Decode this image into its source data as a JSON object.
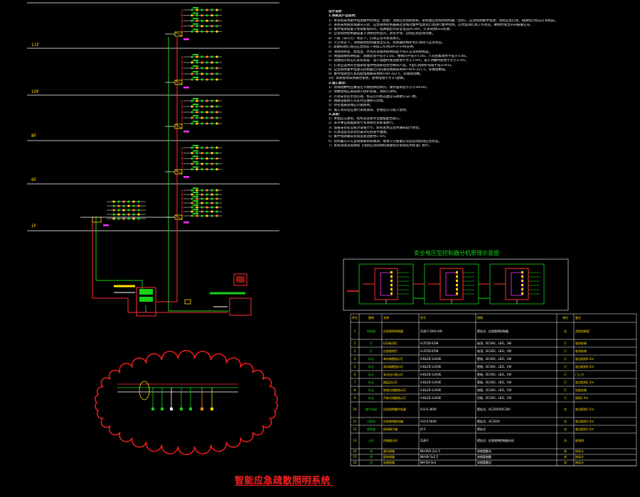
{
  "floors": [
    "11F",
    "10F",
    "8F",
    "6F",
    "1F"
  ],
  "notes": [
    "设计说明",
    "1.系统及产品说明：",
    "1）本系统采用集中电源集中控制型（智能）消防应急照明系统，系统由应急照明控制器（主机）、应急照明集中电源、消防应急灯具、疏散指示标志灯等组成。",
    "2）系统采用两总线通讯方式，应急照明控制器通过总线对集中电源及灯具进行集中控制，实时监测灯具工作状态，故障时发出声光报警信号。",
    "3）集中电源设置于各层配电间内，电源输出为安全电压DC36V，灯具采用LED光源。",
    "4）应急照明控制器设置于消防控制室内，具有手动、自动应急启动功能。",
    "a）一般（非火灾）状态下，灯具正常点亮或熄灭。",
    "b）火灾状态下，消防联动控制器发出信号，控制器控制所有灯具转入应急状态。",
    "c）疏散照明灯具在应急状态下持续工作时间不小于90分钟。",
    "d）消防控制室、配电室、水泵房等备用照明照度不低于正常照明照度。",
    "5）地面疏散照明照度：疏散走道不低于1.0lx，楼梯间不低于5.0lx，人员密集场所不低于3.0lx。",
    "6）疏散指示标志灯安装高度：设于墙面时底边距地不大于1.0m，设于顶棚时距地不大于2.5m。",
    "7）灯具应选用符合国家标准并经国家检验合格的产品，A型灯具防护等级不低于IP33。",
    "8）应急照明集中电源与控制器之间的通讯线路采用NH-RVS-2x1.5，穿钢管敷设。",
    "9）集中电源至灯具的配电线路采用NH-BV-3x2.5，穿钢管暗敷。",
    "10）系统接地采用联合接地，接地电阻不大于1欧姆。",
    "2.施工要求：",
    "1）管线暗敷时应敷设在不燃烧体结构内，保护层厚度不小于30mm。",
    "2）明敷管线应采取防火保护措施，涂防火涂料。",
    "3）灯具安装应牢固可靠，标志灯的标志面应与疏散方向一致。",
    "4）线路穿越防火分区时应做防火封堵。",
    "5）所有金属管线应可靠接地。",
    "6）施工完毕后应进行系统调试，合格后方可投入使用。",
    "3.其他：",
    "1）本图应与建筑、结构及其他专业图纸配合施工。",
    "2）未尽事宜按国家现行有关规范及标准执行。",
    "3）设备安装前应核对设备尺寸，如有变更应及时通知设计单位。",
    "4）灯具选型及安装位置详见各层平面图。",
    "5）集中电源箱安装高度底边距地1.5m。",
    "6）控制器与火灾自动报警系统联动，接收火灾报警信号后自动启动应急状态。",
    "7）系统调试及验收按《消防应急照明和疏散指示系统技术标准》执行。"
  ],
  "panel_title": "安全电压型控制器分机原理示意图",
  "main_title": "智能应急疏散照明系统",
  "legend": {
    "headers": [
      "序号",
      "图例",
      "名称",
      "型号",
      "规格",
      "单位",
      "备注"
    ],
    "rows": [
      {
        "num": "1",
        "sym": "控制器",
        "name": "应急照明控制器",
        "model": "ZLJK-C-DH2-A/B",
        "spec": "壁挂式，应急照明控制器",
        "unit": "台",
        "note": "消防控制室"
      },
      {
        "num": "2",
        "sym": "灯",
        "name": "LED吸顶灯",
        "model": "A-ZFZD-E3W",
        "spec": "吸顶，DC36V，LED，3W",
        "unit": "只",
        "note": "吸顶安装"
      },
      {
        "num": "3",
        "sym": "灯",
        "name": "应急照明灯",
        "model": "A-ZFZD-E5W",
        "spec": "吸顶，DC36V，LED，5W",
        "unit": "只",
        "note": "吸顶安装"
      },
      {
        "num": "4",
        "sym": "标志",
        "name": "单向疏散指示灯",
        "model": "A-BLZD-1LROE",
        "spec": "壁装，DC36V，LED，1W",
        "unit": "只",
        "note": "底边距地0.5m"
      },
      {
        "num": "5",
        "sym": "标志",
        "name": "双向疏散指示灯",
        "model": "A-BLZD-1LROE",
        "spec": "壁装，DC36V，LED，1W",
        "unit": "只",
        "note": "底边距地0.5m"
      },
      {
        "num": "6",
        "sym": "标志",
        "name": "安全出口指示灯",
        "model": "A-BLZD-1LROE",
        "spec": "壁装，DC36V，LED，1W",
        "unit": "只",
        "note": "门上方"
      },
      {
        "num": "7",
        "sym": "标志",
        "name": "楼层显示灯",
        "model": "A-BLZD-1LROE",
        "spec": "壁装，DC36V，LED，1W",
        "unit": "只",
        "note": "底边距地2.2m"
      },
      {
        "num": "8",
        "sym": "标志",
        "name": "地埋式疏散指示灯",
        "model": "A-BLZD-1LROE",
        "spec": "地埋，DC36V，LED，1W",
        "unit": "只",
        "note": "地面安装"
      },
      {
        "num": "9",
        "sym": "标志",
        "name": "吊装式疏散指示灯",
        "model": "A-BLZD-1LROE",
        "spec": "吊装，DC36V，LED，1W",
        "unit": "只",
        "note": "距地2.5m"
      },
      {
        "num": "10",
        "sym": "集中电源",
        "name": "应急照明集中电源",
        "model": "A-D-0.3KVA",
        "spec": "壁挂式，AC220V/DC36V",
        "unit": "台",
        "note": "底边距地1.5m"
      },
      {
        "num": "11",
        "sym": "分配电",
        "name": "应急照明配电箱",
        "model": "A-D-0.5KVA",
        "spec": "壁挂式，AC220V",
        "unit": "台",
        "note": "底边距地1.5m"
      },
      {
        "num": "12",
        "sym": "接线盒",
        "name": "接线端子箱",
        "model": "JX-1",
        "spec": "壁挂式",
        "unit": "台",
        "note": "底边距地1.5m"
      },
      {
        "num": "13",
        "sym": "分机",
        "name": "控制器分机",
        "model": "ZLJK-F",
        "spec": "壁挂式，应急照明控制器分机",
        "unit": "台",
        "note": "配电间"
      },
      {
        "num": "14",
        "sym": "线",
        "name": "通讯线路",
        "model": "NH-RVS-2x1.5",
        "spec": "穿钢管敷设",
        "unit": "米",
        "note": "按实计"
      },
      {
        "num": "15",
        "sym": "线",
        "name": "配电线路",
        "model": "NH-BV-3x2.5",
        "spec": "穿钢管暗敷",
        "unit": "米",
        "note": "按实计"
      },
      {
        "num": "16",
        "sym": "线",
        "name": "电源线路",
        "model": "NH-YJV-3x4",
        "spec": "穿钢管敷设",
        "unit": "米",
        "note": "按实计"
      }
    ]
  }
}
